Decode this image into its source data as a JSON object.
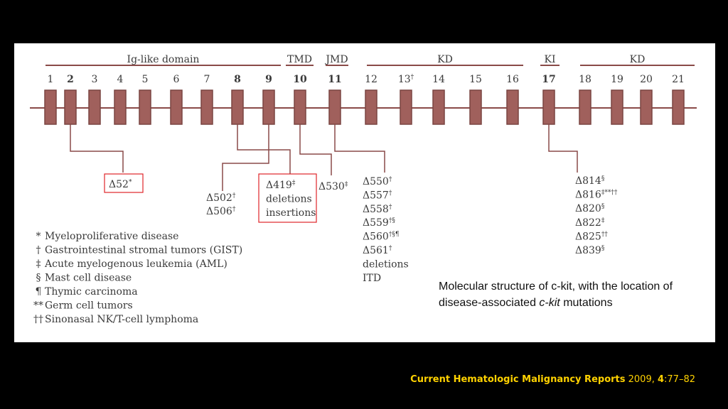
{
  "domains": [
    {
      "label": "Ig-like domain"
    },
    {
      "label": "TMD"
    },
    {
      "label": "JMD"
    },
    {
      "label": "KD"
    },
    {
      "label": "KI"
    },
    {
      "label": "KD"
    }
  ],
  "exons": [
    {
      "num": "1",
      "sup": "",
      "bold": false
    },
    {
      "num": "2",
      "sup": "",
      "bold": true
    },
    {
      "num": "3",
      "sup": "",
      "bold": false
    },
    {
      "num": "4",
      "sup": "",
      "bold": false
    },
    {
      "num": "5",
      "sup": "",
      "bold": false
    },
    {
      "num": "6",
      "sup": "",
      "bold": false
    },
    {
      "num": "7",
      "sup": "",
      "bold": false
    },
    {
      "num": "8",
      "sup": "",
      "bold": true
    },
    {
      "num": "9",
      "sup": "",
      "bold": true
    },
    {
      "num": "10",
      "sup": "",
      "bold": true
    },
    {
      "num": "11",
      "sup": "",
      "bold": true
    },
    {
      "num": "12",
      "sup": "",
      "bold": false
    },
    {
      "num": "13",
      "sup": "†",
      "bold": false
    },
    {
      "num": "14",
      "sup": "",
      "bold": false
    },
    {
      "num": "15",
      "sup": "",
      "bold": false
    },
    {
      "num": "16",
      "sup": "",
      "bold": false
    },
    {
      "num": "17",
      "sup": "",
      "bold": true
    },
    {
      "num": "18",
      "sup": "",
      "bold": false
    },
    {
      "num": "19",
      "sup": "",
      "bold": false
    },
    {
      "num": "20",
      "sup": "",
      "bold": false
    },
    {
      "num": "21",
      "sup": "",
      "bold": false
    }
  ],
  "mutation_groups": [
    {
      "boxed": true,
      "lines": [
        {
          "t": "Δ52",
          "sup": "*"
        }
      ]
    },
    {
      "boxed": false,
      "lines": [
        {
          "t": "Δ502",
          "sup": "†"
        },
        {
          "t": "Δ506",
          "sup": "†"
        }
      ]
    },
    {
      "boxed": true,
      "lines": [
        {
          "t": "Δ419",
          "sup": "‡"
        },
        {
          "t": "deletions",
          "sup": ""
        },
        {
          "t": "insertions",
          "sup": ""
        }
      ]
    },
    {
      "boxed": false,
      "lines": [
        {
          "t": "Δ530",
          "sup": "‡"
        }
      ]
    },
    {
      "boxed": false,
      "lines": [
        {
          "t": "Δ550",
          "sup": "†"
        },
        {
          "t": "Δ557",
          "sup": "†"
        },
        {
          "t": "Δ558",
          "sup": "†"
        },
        {
          "t": "Δ559",
          "sup": "†§"
        },
        {
          "t": "Δ560",
          "sup": "†§¶"
        },
        {
          "t": "Δ561",
          "sup": "†"
        },
        {
          "t": "deletions",
          "sup": ""
        },
        {
          "t": "ITD",
          "sup": ""
        }
      ]
    },
    {
      "boxed": false,
      "lines": [
        {
          "t": "Δ814",
          "sup": "§"
        },
        {
          "t": "Δ816",
          "sup": "‡**††"
        },
        {
          "t": "Δ820",
          "sup": "§"
        },
        {
          "t": "Δ822",
          "sup": "‡"
        },
        {
          "t": "Δ825",
          "sup": "††"
        },
        {
          "t": "Δ839",
          "sup": "§"
        }
      ]
    }
  ],
  "legend": [
    {
      "sym": "*",
      "text": "Myeloproliferative disease"
    },
    {
      "sym": "†",
      "text": "Gastrointestinal stromal tumors (GIST)"
    },
    {
      "sym": "‡",
      "text": "Acute myelogenous leukemia (AML)"
    },
    {
      "sym": "§",
      "text": "Mast cell disease"
    },
    {
      "sym": "¶",
      "text": "Thymic carcinoma"
    },
    {
      "sym": "**",
      "text": "Germ cell tumors"
    },
    {
      "sym": "††",
      "text": "Sinonasal NK/T-cell lymphoma"
    }
  ],
  "caption": {
    "before": "Molecular structure of c-kit, with the location of disease-associated ",
    "italic": "c-kit",
    "after": " mutations"
  },
  "citation": {
    "journal": "Current Hematologic Malignancy Reports",
    "year": " 2009, ",
    "volume": "4",
    "pages": ":77–82"
  },
  "colors": {
    "exon_fill": "#a0605c",
    "exon_stroke": "#7a4542",
    "line": "#8a4a48",
    "box": "#e0262a"
  }
}
